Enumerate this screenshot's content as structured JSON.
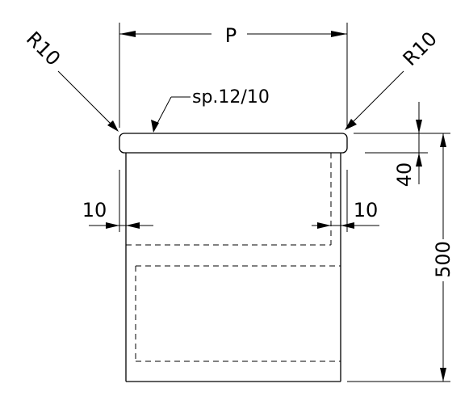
{
  "dimensions": {
    "width_label": "P",
    "radius_left": "R10",
    "radius_right": "R10",
    "thickness_note": "sp.12/10",
    "lip_height": "40",
    "total_height": "500",
    "offset_left": "10",
    "offset_right": "10"
  }
}
